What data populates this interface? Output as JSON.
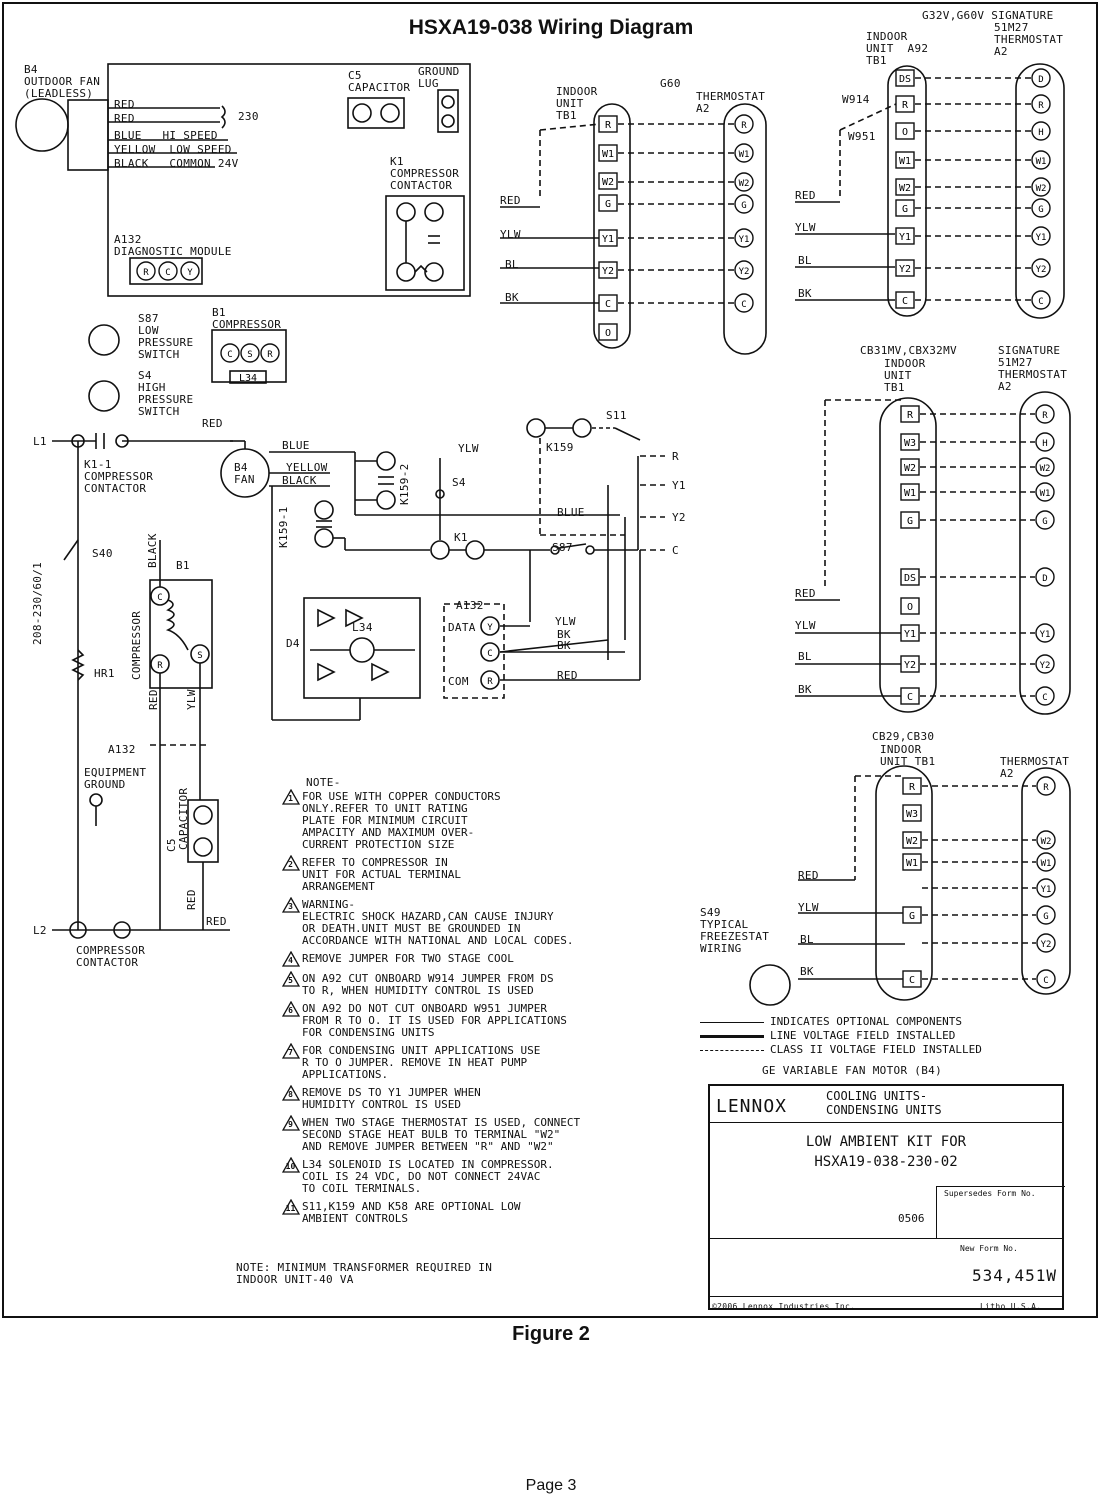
{
  "title": "HSXA19-038 Wiring Diagram",
  "figure_caption": "Figure 2",
  "page_number": "Page 3",
  "outdoor_fan": {
    "label": "B4\nOUTDOOR FAN\n(LEADLESS)",
    "wires": [
      "RED",
      "RED",
      "BLUE   HI SPEED",
      "YELLOW  LOW SPEED",
      "BLACK   COMMON 24V"
    ],
    "voltage": "230"
  },
  "capacitor_c5": "C5\nCAPACITOR",
  "ground_lug": "GROUND\nLUG",
  "k1_contactor": "K1\nCOMPRESSOR\nCONTACTOR",
  "a132_module": {
    "label": "A132\nDIAGNOSTIC MODULE",
    "terminals": [
      "R",
      "C",
      "Y"
    ]
  },
  "s87_switch": "S87\nLOW\nPRESSURE\nSWITCH",
  "s4_switch": "S4\nHIGH\nPRESSURE\nSWITCH",
  "b1_compressor": {
    "label": "B1\nCOMPRESSOR",
    "terminals": [
      "C",
      "S",
      "R"
    ],
    "l34": "L34"
  },
  "schematic": {
    "l1": "L1",
    "l2": "L2",
    "k1_1": "K1-1\nCOMPRESSOR\nCONTACTOR",
    "compressor_contactor": "COMPRESSOR\nCONTACTOR",
    "s40": "S40",
    "supply": "208-230/60/1",
    "hr1": "HR1",
    "a132": "A132",
    "equipment_ground": "EQUIPMENT\nGROUND",
    "compressor_vert": "COMPRESSOR",
    "b1": "B1",
    "b4_fan": "B4\nFAN",
    "capacitor_vert": "CAPACITOR",
    "c5": "C5",
    "d4": "D4",
    "l34": "L34",
    "k159_1": "K159-1",
    "k159_2": "K159-2",
    "k159": "K159",
    "s11": "S11",
    "s4": "S4",
    "k1": "K1",
    "s87": "S87",
    "a132_data": "DATA",
    "a132_com": "COM",
    "wire_labels": [
      "RED",
      "BLUE",
      "YELLOW",
      "BLACK",
      "YLW",
      "BLUE",
      "YLW",
      "BK",
      "BK",
      "RED",
      "BLACK",
      "RED",
      "YLW",
      "RED",
      "RED"
    ],
    "terminals": [
      "R",
      "Y1",
      "Y2",
      "C"
    ],
    "a132_terms": [
      "Y",
      "C",
      "R"
    ],
    "comp_terms": [
      "C",
      "R",
      "S"
    ]
  },
  "g60_section": {
    "model": "G60",
    "indoor_label": "INDOOR\nUNIT\nTB1",
    "thermostat_label": "THERMOSTAT\nA2",
    "indoor_terminals": [
      "R",
      "W1",
      "W2",
      "G",
      "Y1",
      "Y2",
      "C",
      "O"
    ],
    "thermostat_terminals": [
      "R",
      "W1",
      "W2",
      "G",
      "Y1",
      "Y2",
      "C"
    ],
    "wires": [
      "RED",
      "YLW",
      "BL",
      "BK"
    ]
  },
  "g32_section": {
    "model": "G32V,G60V SIGNATURE",
    "thermostat_label": "51M27\nTHERMOSTAT\nA2",
    "indoor_label": "INDOOR\nUNIT  A92\nTB1",
    "jumpers": [
      "W914",
      "W951"
    ],
    "indoor_terminals": [
      "DS",
      "R",
      "O",
      "W1",
      "W2",
      "G",
      "Y1",
      "Y2",
      "C"
    ],
    "thermostat_terminals": [
      "D",
      "R",
      "H",
      "W1",
      "W2",
      "G",
      "Y1",
      "Y2",
      "C"
    ],
    "wires": [
      "RED",
      "YLW",
      "BL",
      "BK"
    ]
  },
  "cb31_section": {
    "model": "CB31MV,CBX32MV",
    "indoor_label": "INDOOR\nUNIT\nTB1",
    "thermostat_label": "SIGNATURE\n51M27\nTHERMOSTAT\nA2",
    "indoor_terminals": [
      "R",
      "W3",
      "W2",
      "W1",
      "G",
      "DS",
      "O",
      "Y1",
      "Y2",
      "C"
    ],
    "thermostat_terminals": [
      "R",
      "H",
      "W2",
      "W1",
      "G",
      "D",
      "Y1",
      "Y2",
      "C"
    ],
    "wires": [
      "RED",
      "YLW",
      "BL",
      "BK"
    ]
  },
  "cb29_section": {
    "model": "CB29,CB30",
    "indoor_label": "INDOOR\nUNIT TB1",
    "thermostat_label": "THERMOSTAT\nA2",
    "indoor_terminals": [
      "R",
      "W3",
      "W2",
      "W1",
      "G",
      "C"
    ],
    "thermostat_terminals": [
      "R",
      "W2",
      "W1",
      "Y1",
      "G",
      "Y2",
      "C"
    ],
    "wires": [
      "RED",
      "YLW",
      "BL",
      "BK"
    ],
    "s49": "S49\nTYPICAL\nFREEZESTAT\nWIRING"
  },
  "notes_heading": "NOTE-",
  "notes": [
    {
      "num": "1",
      "text": "FOR USE WITH COPPER CONDUCTORS\nONLY.REFER TO UNIT RATING\nPLATE FOR MINIMUM CIRCUIT\nAMPACITY AND MAXIMUM OVER-\nCURRENT PROTECTION SIZE"
    },
    {
      "num": "2",
      "text": "REFER TO COMPRESSOR IN\nUNIT FOR ACTUAL TERMINAL\nARRANGEMENT"
    },
    {
      "num": "3",
      "text": "WARNING-\nELECTRIC SHOCK HAZARD,CAN CAUSE INJURY\nOR DEATH.UNIT MUST BE GROUNDED IN\nACCORDANCE WITH NATIONAL AND LOCAL CODES."
    },
    {
      "num": "4",
      "text": "REMOVE JUMPER FOR TWO STAGE COOL"
    },
    {
      "num": "5",
      "text": "ON A92 CUT ONBOARD W914 JUMPER FROM DS\nTO R, WHEN HUMIDITY CONTROL IS USED"
    },
    {
      "num": "6",
      "text": "ON A92 DO NOT CUT ONBOARD W951 JUMPER\nFROM R TO O. IT IS USED FOR APPLICATIONS\nFOR CONDENSING UNITS"
    },
    {
      "num": "7",
      "text": "FOR CONDENSING UNIT APPLICATIONS USE\nR TO O JUMPER. REMOVE IN HEAT PUMP\nAPPLICATIONS."
    },
    {
      "num": "8",
      "text": "REMOVE DS TO Y1 JUMPER WHEN\nHUMIDITY CONTROL IS USED"
    },
    {
      "num": "9",
      "text": "WHEN TWO STAGE THERMOSTAT IS USED, CONNECT\nSECOND STAGE HEAT BULB TO TERMINAL \"W2\"\nAND REMOVE JUMPER BETWEEN \"R\" AND \"W2\""
    },
    {
      "num": "10",
      "text": "L34 SOLENOID IS LOCATED IN COMPRESSOR.\nCOIL IS 24 VDC, DO NOT CONNECT 24VAC\nTO COIL TERMINALS."
    },
    {
      "num": "11",
      "text": "S11,K159 AND K58 ARE OPTIONAL LOW\nAMBIENT CONTROLS"
    }
  ],
  "bottom_note": "NOTE: MINIMUM TRANSFORMER REQUIRED IN\nINDOOR UNIT-40 VA",
  "legend": [
    "INDICATES OPTIONAL COMPONENTS",
    "LINE VOLTAGE FIELD INSTALLED",
    "CLASS II VOLTAGE FIELD INSTALLED"
  ],
  "fan_motor_note": "GE VARIABLE FAN MOTOR (B4)",
  "title_block": {
    "brand": "LENNOX",
    "category": "COOLING UNITS-\nCONDENSING UNITS",
    "kit_title": "LOW AMBIENT KIT FOR\nHSXA19-038-230-02",
    "supersedes_label": "Supersedes Form No.",
    "date_code": "0506",
    "new_form_label": "New Form No.",
    "form_number": "534,451W",
    "copyright": "©2006 Lennox Industries Inc.",
    "litho": "Litho U.S.A."
  }
}
